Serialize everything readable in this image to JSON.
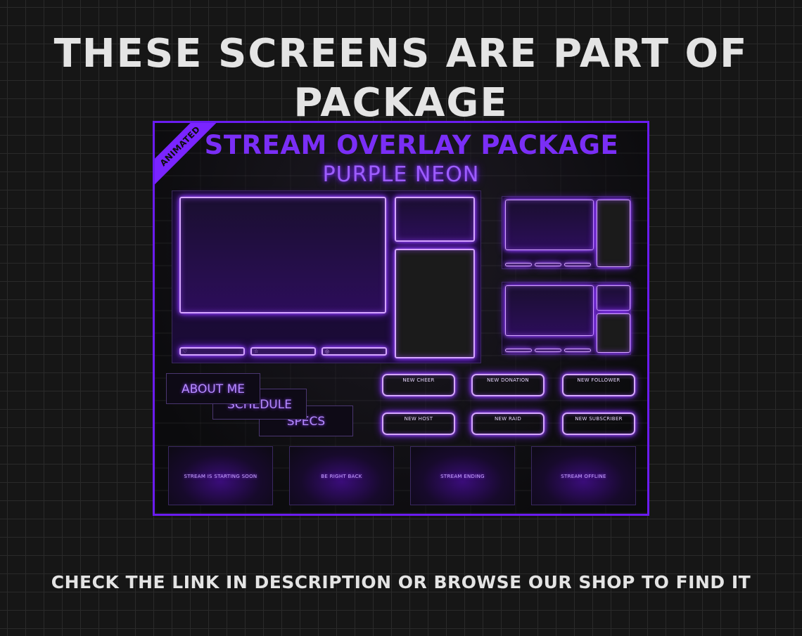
{
  "page": {
    "headline": "THESE SCREENS ARE PART OF PACKAGE",
    "footer": "CHECK THE LINK IN DESCRIPTION OR BROWSE OUR SHOP TO FIND IT"
  },
  "preview": {
    "ribbon": "ANIMATED",
    "title": "STREAM OVERLAY PACKAGE",
    "subtitle": "PURPLE NEON",
    "panels": [
      "ABOUT ME",
      "SCHEDULE",
      "SPECS"
    ],
    "alerts": [
      "NEW CHEER",
      "NEW DONATION",
      "NEW FOLLOWER",
      "NEW HOST",
      "NEW RAID",
      "NEW SUBSCRIBER"
    ],
    "scenes": [
      "STREAM IS STARTING SOON",
      "BE RIGHT BACK",
      "STREAM ENDING",
      "STREAM OFFLINE"
    ],
    "bar_icons": [
      "heart-icon",
      "star-icon",
      "coin-icon"
    ],
    "accent_color": "#7a24ff",
    "glow_color": "#d5a6ff"
  }
}
